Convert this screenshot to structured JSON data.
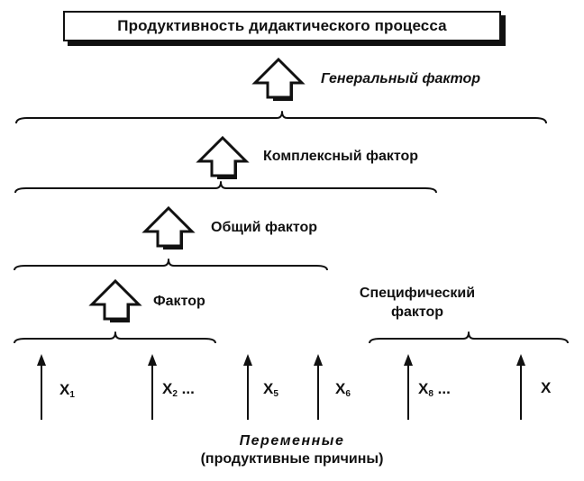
{
  "title": "Продуктивность дидактического процесса",
  "levels": {
    "general": "Генеральный фактор",
    "complex": "Комплексный фактор",
    "common": "Общий фактор",
    "factor": "Фактор",
    "specific_line1": "Специфический",
    "specific_line2": "фактор"
  },
  "variables": [
    {
      "base": "X",
      "sub": "1",
      "suffix": ""
    },
    {
      "base": "X",
      "sub": "2",
      "suffix": " ..."
    },
    {
      "base": "X",
      "sub": "5",
      "suffix": ""
    },
    {
      "base": "X",
      "sub": "6",
      "suffix": ""
    },
    {
      "base": "X",
      "sub": "8",
      "suffix": " ..."
    },
    {
      "base": "X",
      "sub": "",
      "suffix": ""
    }
  ],
  "footer": {
    "line1": "Переменные",
    "line2": "(продуктивные причины)"
  },
  "colors": {
    "ink": "#111111",
    "background": "#ffffff"
  },
  "icons": {
    "level_arrow": "block-up-arrow-icon",
    "variable_arrow": "thin-up-arrow-icon"
  }
}
